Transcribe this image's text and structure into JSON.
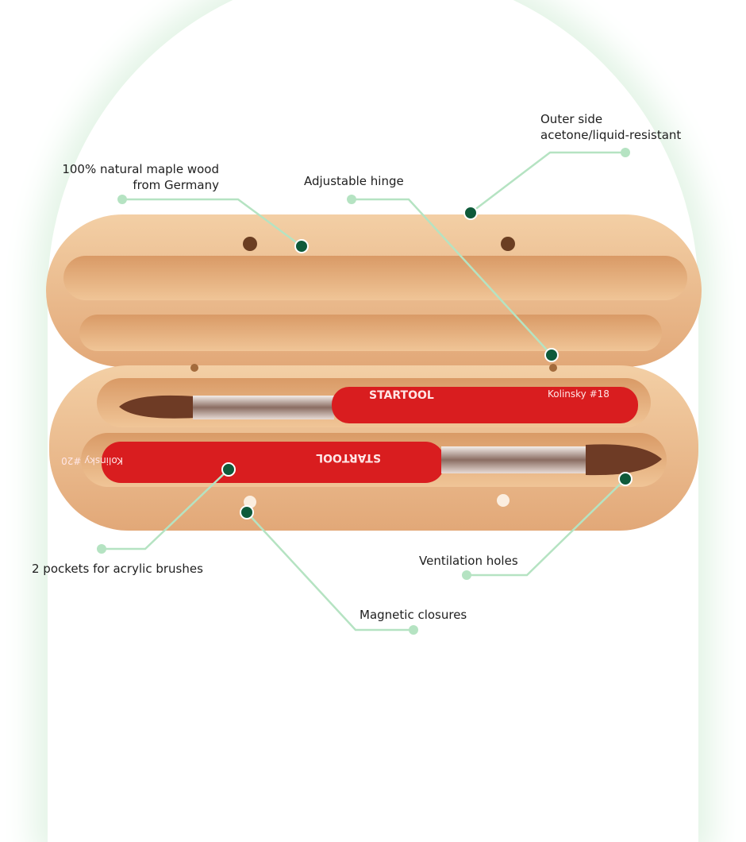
{
  "colors": {
    "line": "#b5e3c2",
    "dot_dark": "#0f5a3a",
    "dot_light": "#b5e3c2",
    "wood": "#eab98a",
    "brush_red": "#d91d1f"
  },
  "callouts": [
    {
      "line1": "100% natural maple wood",
      "line2": "from Germany"
    },
    {
      "line1": "Adjustable hinge"
    },
    {
      "line1": "Outer side",
      "line2": "acetone/liquid-resistant"
    },
    {
      "line1": "2 pockets for acrylic brushes"
    },
    {
      "line1": "Magnetic closures"
    },
    {
      "line1": "Ventilation holes"
    }
  ],
  "product": {
    "brand": "STARTOOL",
    "brush_top": "Kolinsky #18",
    "brush_bottom": "Kolinsky #20"
  }
}
